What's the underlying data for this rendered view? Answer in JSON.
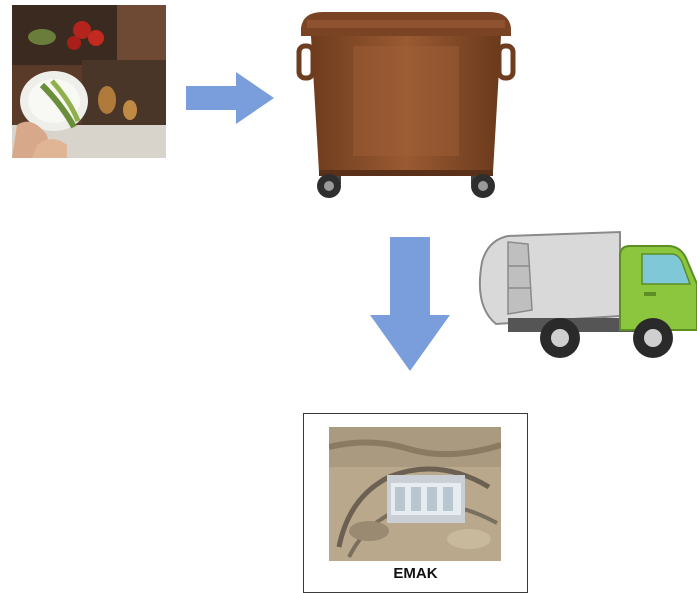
{
  "diagram": {
    "arrow_color": "#7a9edc",
    "nodes": [
      {
        "id": "food-waste-photo",
        "icon": "food-waste-photo"
      },
      {
        "id": "brown-waste-bin",
        "icon": "wheelie-bin",
        "color": "#8a4d2a"
      },
      {
        "id": "garbage-truck",
        "icon": "garbage-truck",
        "color": "#8cc63f"
      },
      {
        "id": "emak-facility",
        "icon": "aerial-facility-photo",
        "label": "EMAK"
      }
    ],
    "edges": [
      {
        "from": "food-waste-photo",
        "to": "brown-waste-bin",
        "direction": "right"
      },
      {
        "from": "brown-waste-bin",
        "to": "emak-facility",
        "direction": "down"
      }
    ]
  }
}
